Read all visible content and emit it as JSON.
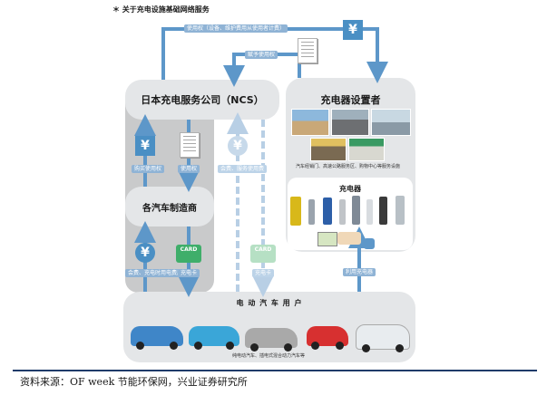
{
  "title": "＊ 关于充电设施基础网络服务",
  "ncs": {
    "label": "日本充电服务公司（NCS）"
  },
  "installer": {
    "label": "充电器设置者",
    "caption": "汽车经销门、高速公路服务区、购物中心等服务设施"
  },
  "chargers": {
    "label": "充电器"
  },
  "makers": {
    "label": "各汽车制造商"
  },
  "users": {
    "label": "电 动 汽 车 用 户",
    "caption": "纯电动汽车、插电式混合动力汽车等"
  },
  "arrow_labels": {
    "use_right_top": "使用权（设备、维护费用从使用者计费）",
    "grant_right": "赋予使用权",
    "pay_purchase": "购买使用权",
    "use_right_left": "使用权",
    "member_fee": "会费、服务使用费",
    "pay_member": "会费、充电时用电费用",
    "charge_card_left": "充电卡",
    "charge_card_mid": "充电卡",
    "use_charger": "利用充电器"
  },
  "icons": {
    "yen": "¥",
    "card": "CARD"
  },
  "source": "资料来源：OF week 节能环保网，兴业证券研究所",
  "colors": {
    "box": "#e4e6e8",
    "shade": "#c9cacb",
    "arrow": "#5d97c9",
    "arrow_light": "#b8cfe5",
    "label": "#8fb3d5",
    "yen": "#4a8fc4",
    "card": "#3fae6a"
  }
}
